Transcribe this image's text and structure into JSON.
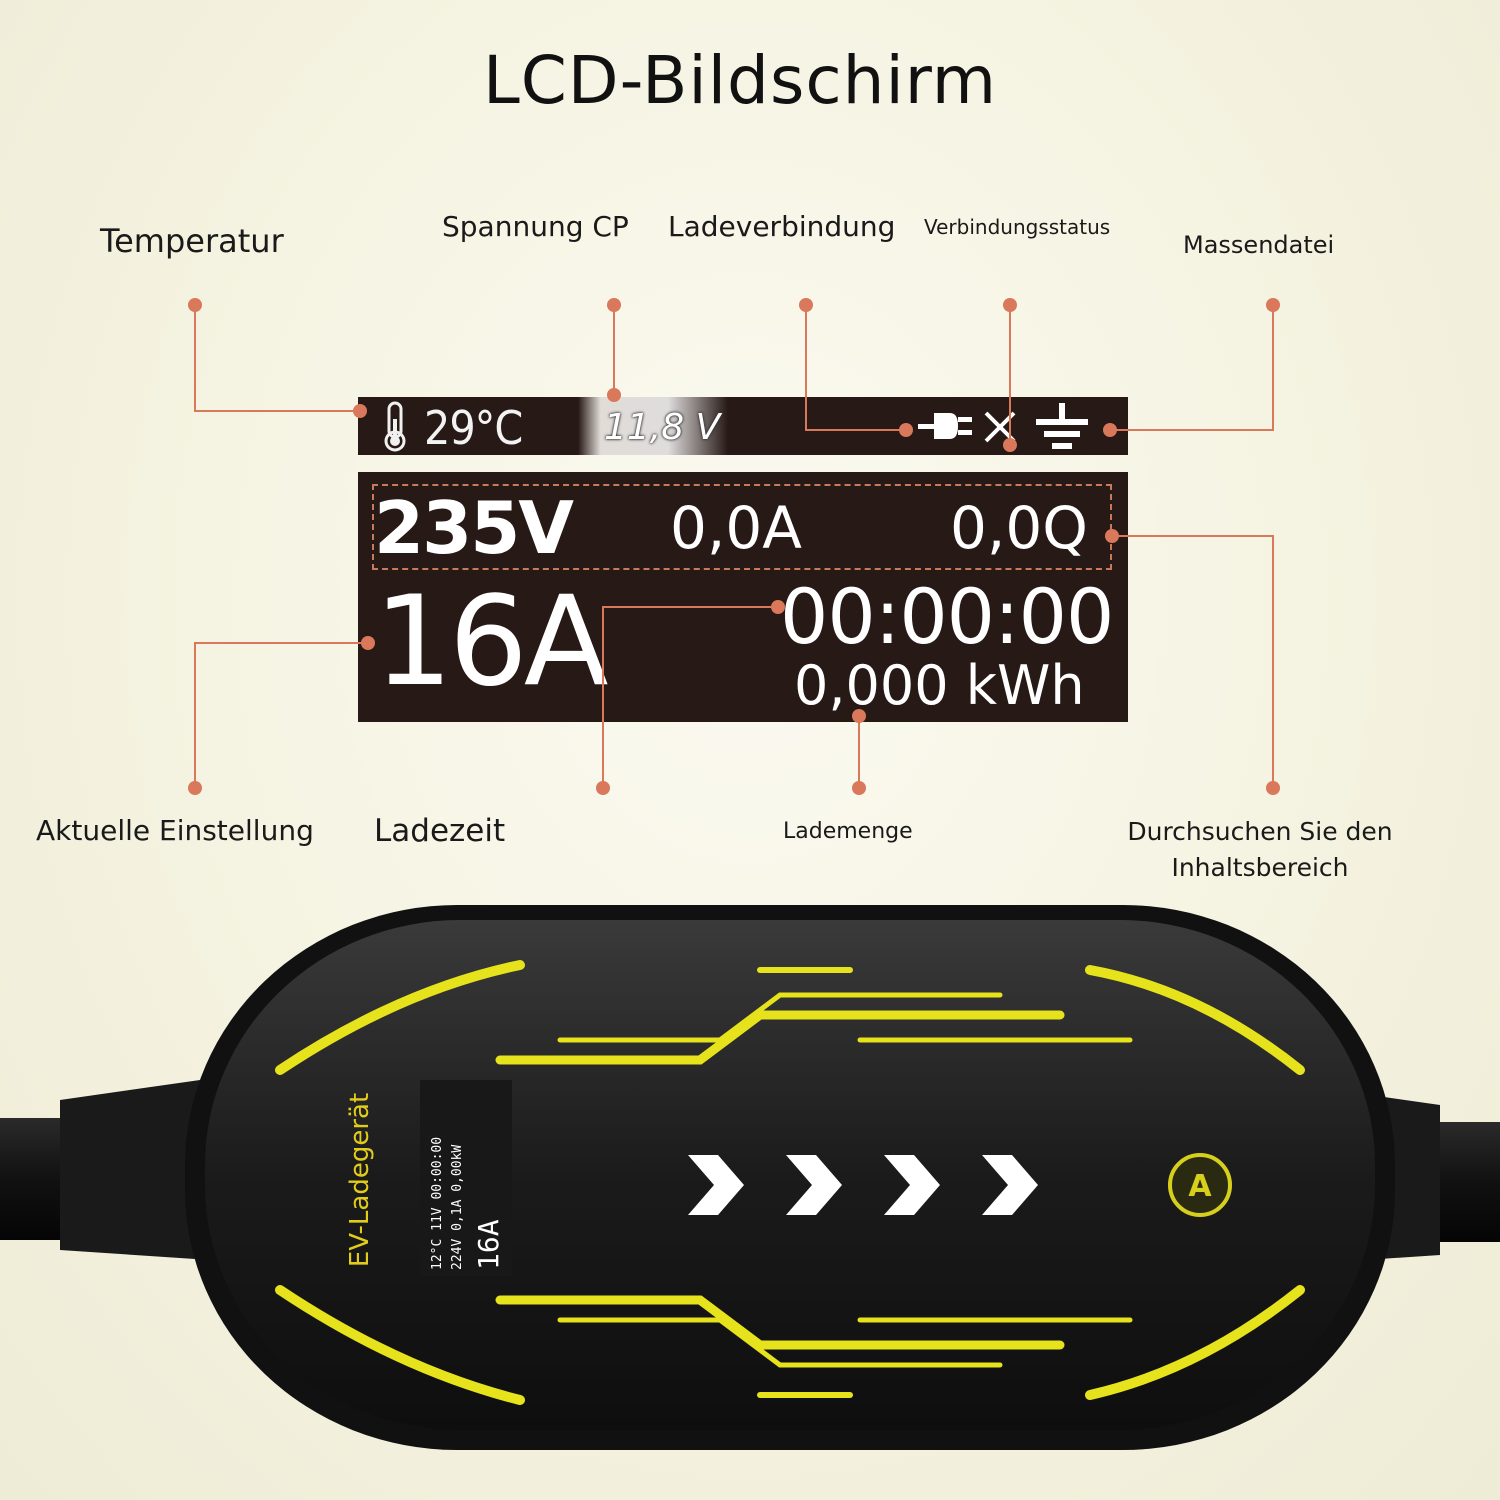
{
  "title": "LCD-Bildschirm",
  "labels": {
    "temperatur": "Temperatur",
    "spannung_cp": "Spannung CP",
    "ladeverbindung": "Ladeverbindung",
    "verbindungsstatus": "Verbindungsstatus",
    "massendatei": "Massendatei",
    "aktuelle_einstellung": "Aktuelle Einstellung",
    "ladezeit": "Ladezeit",
    "lademenge": "Lademenge",
    "durchsuchen": "Durchsuchen Sie den Inhaltsbereich"
  },
  "lcd": {
    "temperature": "29°C",
    "cp_voltage": "11,8 V",
    "voltage": "235V",
    "current": "0,0A",
    "q_value": "0,0Q",
    "set_current": "16A",
    "time": "00:00:00",
    "energy": "0,000 kWh",
    "icons": [
      "thermometer-icon",
      "plug-icon",
      "x-icon",
      "ground-icon"
    ]
  },
  "device": {
    "label": "EV-Ladegerät",
    "mini_lcd": {
      "line1": "16A",
      "line2": "224V 0,1A 0,00kW",
      "line3": "12°C 11V 00:00:00"
    },
    "button_letter": "A",
    "arrows": 4
  },
  "colors": {
    "accent": "#d9785a",
    "lcd_bg": "#271916",
    "device_yellow": "#e6e21c",
    "device_body": "#1e1e1e"
  }
}
